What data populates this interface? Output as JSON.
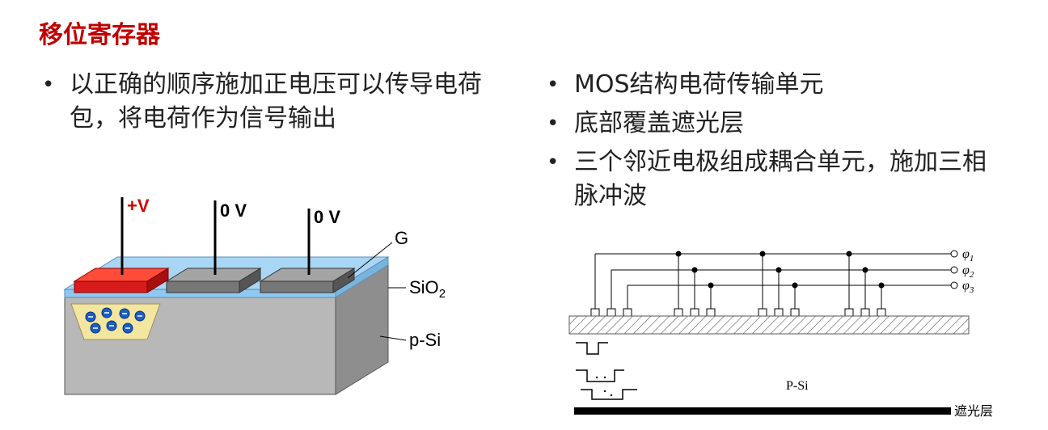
{
  "slide": {
    "title": "移位寄存器",
    "left_bullets": [
      "以正确的顺序施加正电压可以传导电荷包，将电荷作为信号输出"
    ],
    "right_bullets": [
      "MOS结构电荷传输单元",
      "底部覆盖遮光层",
      "三个邻近电极组成耦合单元，施加三相脉冲波"
    ]
  },
  "left_diagram": {
    "voltages": [
      "+V",
      "0 V",
      "0 V"
    ],
    "labels": {
      "gate": "G",
      "oxide_main": "SiO",
      "oxide_sub": "2",
      "substrate": "p-Si"
    },
    "colors": {
      "active_gate": "#e02020",
      "inactive_gate": "#888888",
      "oxide": "#8fc8f0",
      "substrate": "#b8b8b8",
      "well": "#f2e6a0",
      "electron": "#1a5fc8"
    }
  },
  "right_diagram": {
    "phases": [
      "φ",
      "φ",
      "φ"
    ],
    "phase_subs": [
      "1",
      "2",
      "3"
    ],
    "substrate_label": "P-Si",
    "shield_label": "遮光层"
  }
}
